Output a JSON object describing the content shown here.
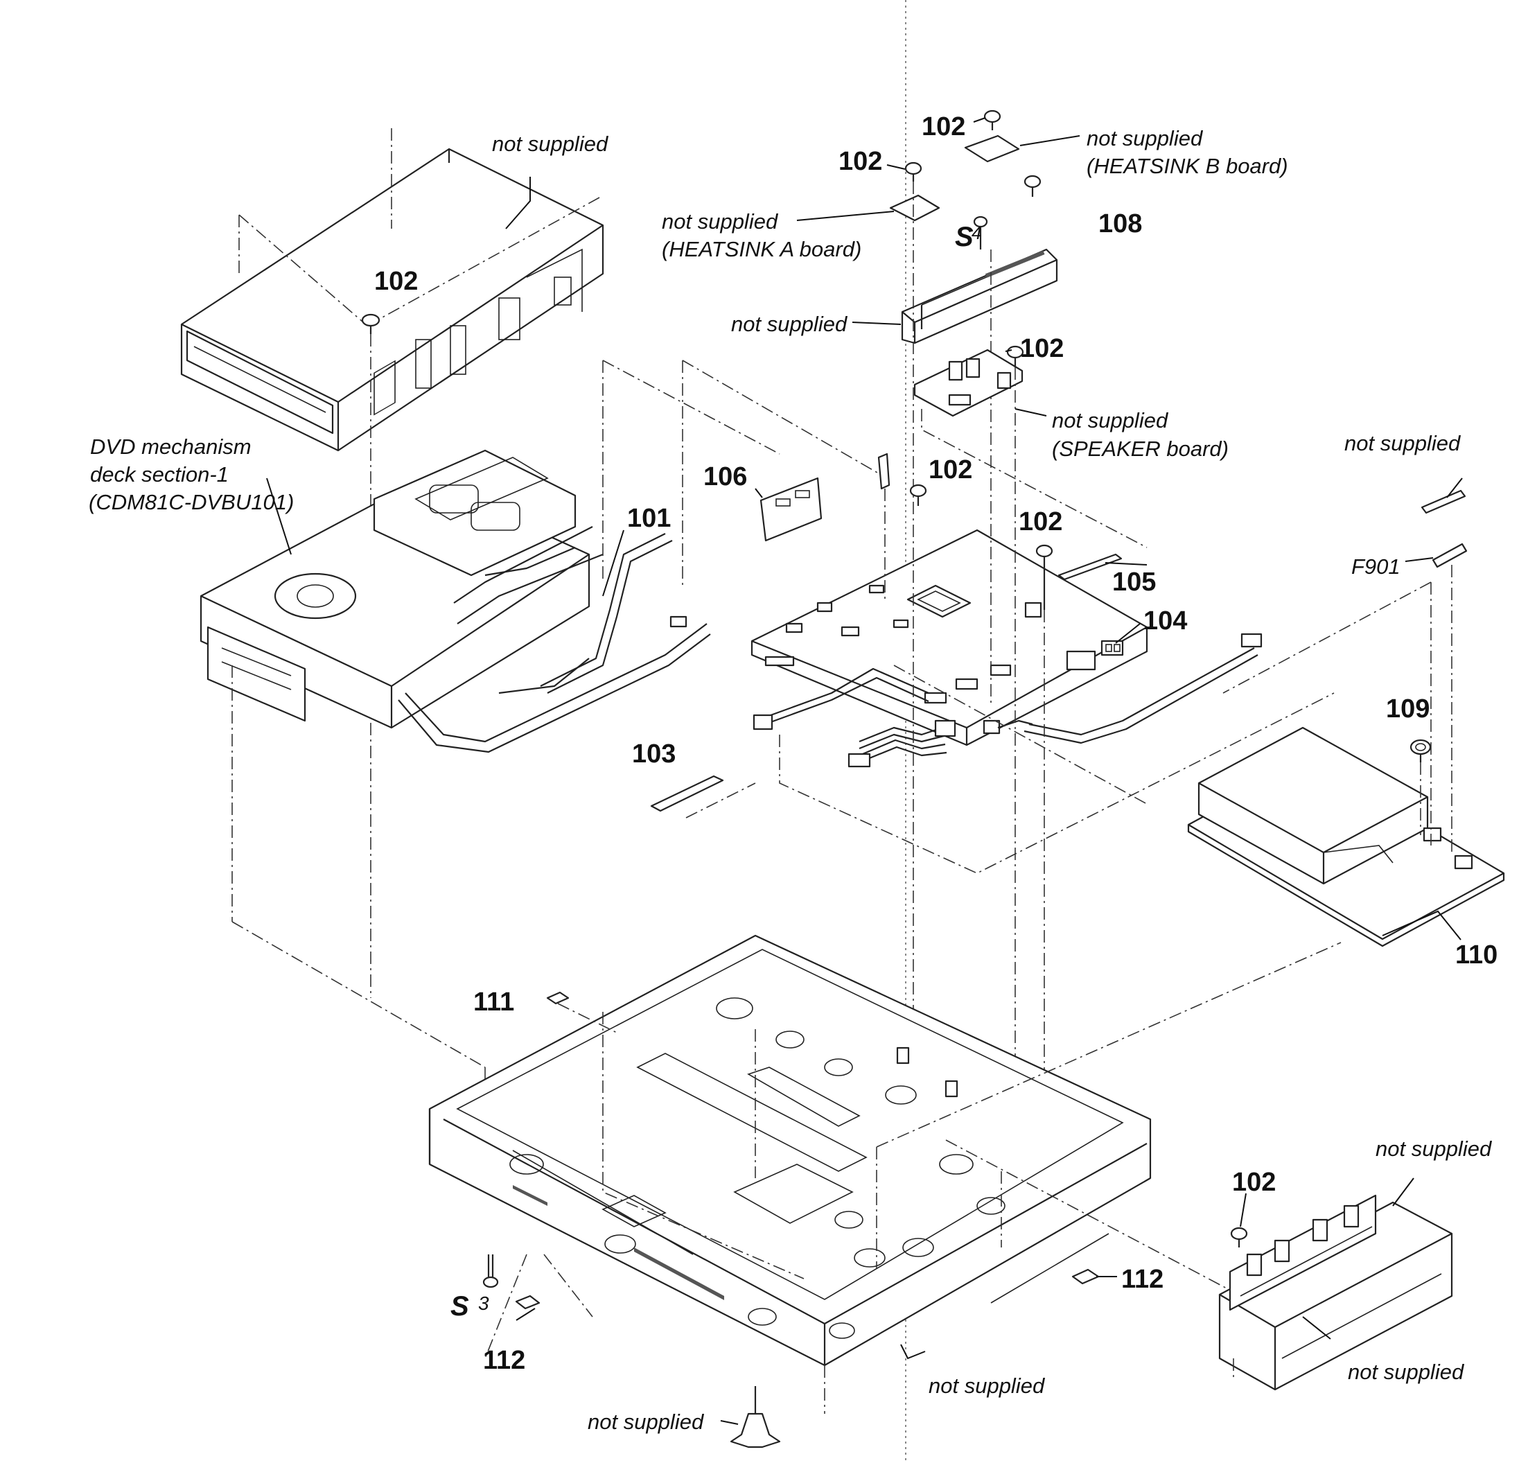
{
  "labels": {
    "not_supplied": "not supplied",
    "heatsink_a": "(HEATSINK A board)",
    "heatsink_b": "(HEATSINK B board)",
    "speaker_board": "(SPEAKER board)",
    "dvd_line1": "DVD mechanism",
    "dvd_line2": "deck section-1",
    "dvd_line3": "(CDM81C-DVBU101)",
    "f901": "F901",
    "s3": "3",
    "s4": "4",
    "s_glyph": "S"
  },
  "parts": {
    "p101": "101",
    "p102": "102",
    "p103": "103",
    "p104": "104",
    "p105": "105",
    "p106": "106",
    "p108": "108",
    "p109": "109",
    "p110": "110",
    "p111": "111",
    "p112": "112"
  }
}
